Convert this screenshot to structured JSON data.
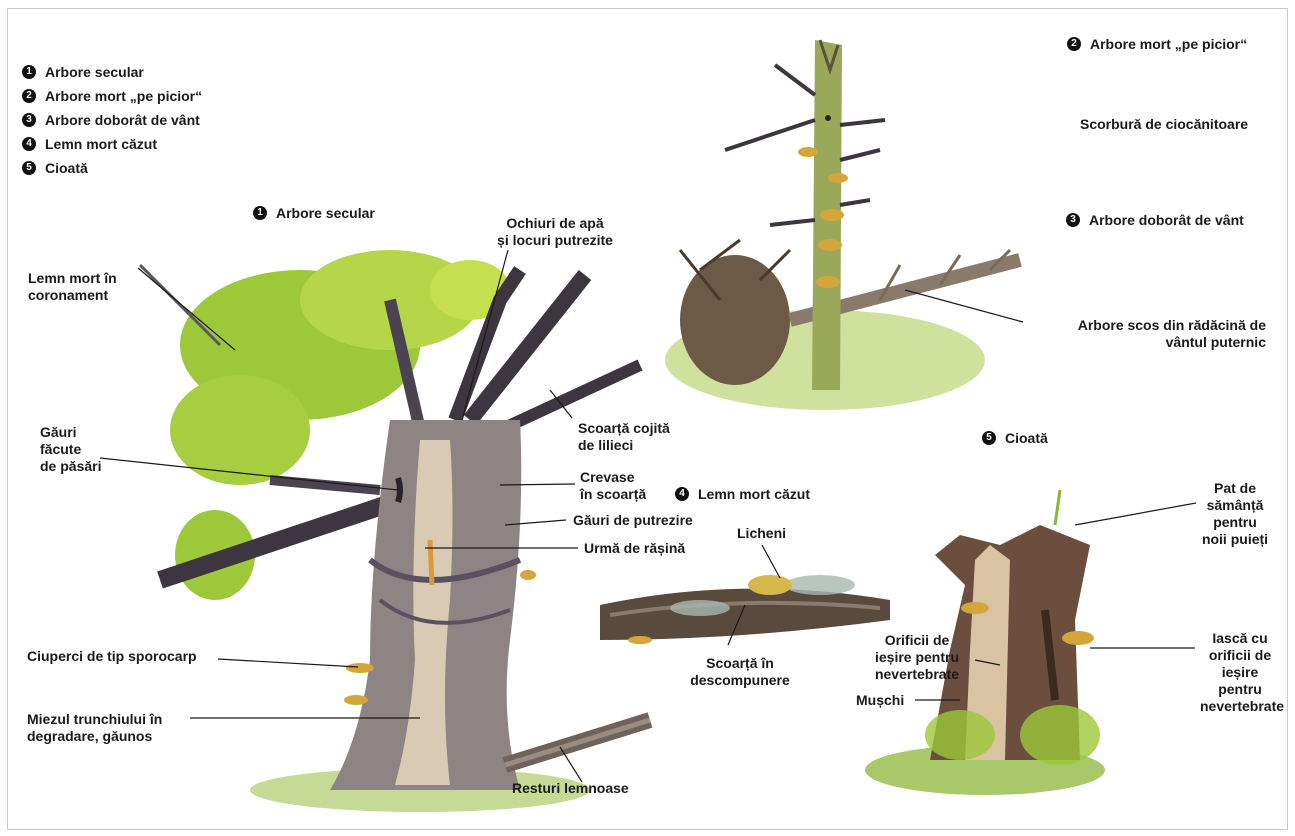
{
  "legend": [
    {
      "num": "1",
      "label": "Arbore secular"
    },
    {
      "num": "2",
      "label": "Arbore mort „pe picior“"
    },
    {
      "num": "3",
      "label": "Arbore doborât de vânt"
    },
    {
      "num": "4",
      "label": "Lemn mort căzut"
    },
    {
      "num": "5",
      "label": "Cioată"
    }
  ],
  "headings": {
    "secular": {
      "num": "1",
      "label": "Arbore secular"
    },
    "standing": {
      "num": "2",
      "label": "Arbore mort „pe picior“"
    },
    "windthrow": {
      "num": "3",
      "label": "Arbore doborât de vânt"
    },
    "fallen": {
      "num": "4",
      "label": "Lemn mort căzut"
    },
    "stump": {
      "num": "5",
      "label": "Cioată"
    }
  },
  "labels": {
    "water_holes": "Ochiuri de apă\nși locuri putrezite",
    "dead_crown": "Lemn mort în\ncoronament",
    "bird_holes": "Găuri\nfăcute\nde păsări",
    "peeled_bark": "Scoarță cojită\nde lilieci",
    "bark_crevices": "Crevase\nîn scoarță",
    "rot_holes": "Găuri de putrezire",
    "resin_trace": "Urmă de rășină",
    "fungi": "Ciuperci de tip sporocarp",
    "hollow_core": "Miezul trunchiului în\ndegradare, găunos",
    "woody_debris": "Resturi lemnoase",
    "woodpecker": "Scorbură de ciocănitoare",
    "uprooted": "Arbore scos din rădăcină de\nvântul puternic",
    "lichens": "Licheni",
    "decomposing_bark": "Scoarță în\ndescompunere",
    "seedbed": "Pat de\nsămânță\npentru\nnoii puieți",
    "invert_exit": "Orificii de\nieșire pentru\nnevertebrate",
    "moss": "Mușchi",
    "splinter": "Iască cu\norificii de\nieșire pentru\nnevertebrate"
  },
  "colors": {
    "foliage": "#9cc83a",
    "foliage_light": "#c6df4e",
    "bark_dark": "#4b4450",
    "bark_light": "#c9b9a3",
    "dead_trunk": "#9aa85a",
    "grass": "#a9c86a",
    "fungus": "#d4a63a",
    "lichen": "#d6b84a"
  }
}
